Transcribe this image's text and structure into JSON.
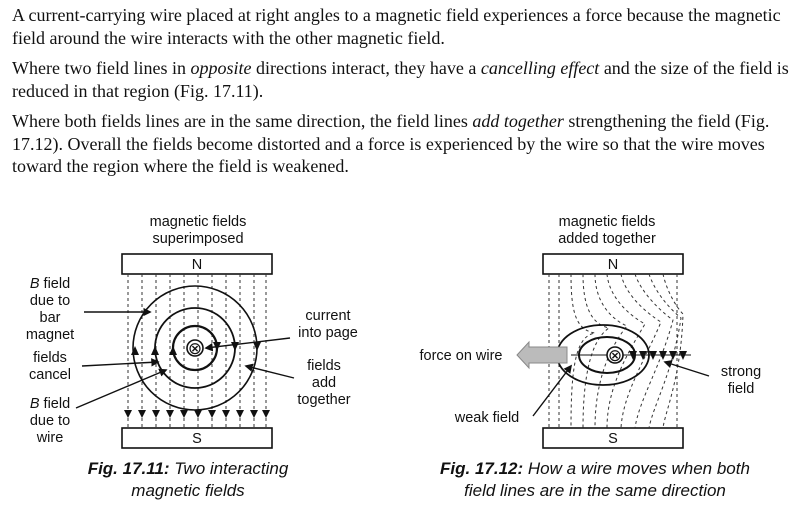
{
  "text": {
    "p1": "A current-carrying wire placed at right angles to a magnetic field experiences a force because the magnetic field around the wire interacts with the other magnetic field.",
    "p2_a": "Where two field lines in ",
    "p2_em1": "opposite",
    "p2_b": " directions interact, they have a ",
    "p2_em2": "cancelling effect",
    "p2_c": " and the size of the field is reduced in that region (Fig. 17.11).",
    "p3_a": "Where both fields lines are in the same direction, the field lines ",
    "p3_em": "add together",
    "p3_b": " strengthening the field (Fig. 17.12). Overall the fields become distorted and a force is experienced by the wire so that the wire moves toward the region where the field is weakened."
  },
  "fig1": {
    "title1": "magnetic fields",
    "title2": "superimposed",
    "pole_top": "N",
    "pole_bottom": "S",
    "wire_symbol": "⊗",
    "b_mag_1": "field",
    "b_mag_2": "due to",
    "b_mag_3": "bar",
    "b_mag_4": "magnet",
    "b_letter": "B",
    "cancel_1": "fields",
    "cancel_2": "cancel",
    "b_wire_1": "field",
    "b_wire_2": "due to",
    "b_wire_3": "wire",
    "current_1": "current",
    "current_2": "into page",
    "add_1": "fields",
    "add_2": "add",
    "add_3": "together",
    "caption_num": "Fig. 17.11:",
    "caption_text1": " Two interacting",
    "caption_text2": "magnetic fields"
  },
  "fig2": {
    "title1": "magnetic fields",
    "title2": "added together",
    "pole_top": "N",
    "pole_bottom": "S",
    "wire_symbol": "⊗",
    "force": "force on wire",
    "strong_1": "strong",
    "strong_2": "field",
    "weak": "weak field",
    "caption_num": "Fig. 17.12:",
    "caption_text1": " How a wire moves when both",
    "caption_text2": "field lines are in the same direction"
  }
}
